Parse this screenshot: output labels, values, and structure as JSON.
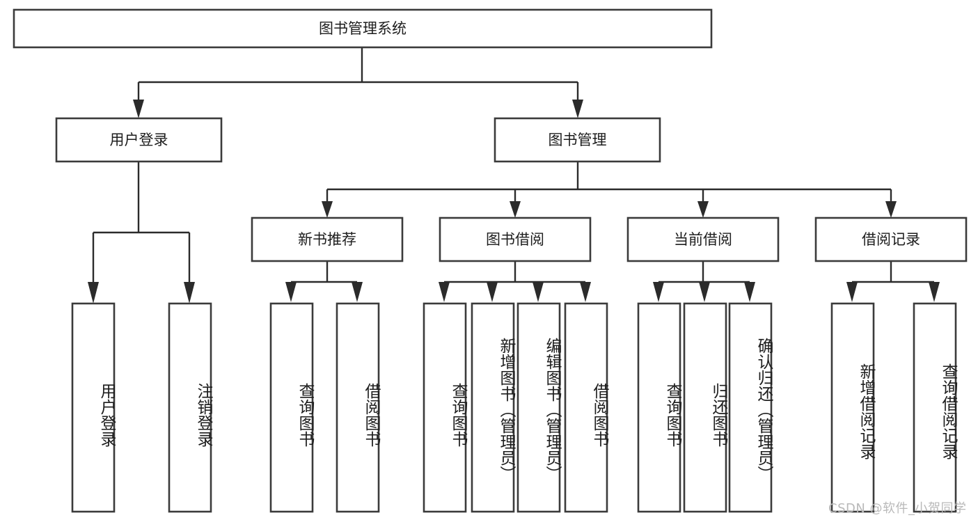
{
  "diagram": {
    "type": "hierarchy-tree",
    "title": "图书管理系统",
    "orientation": "top-down",
    "colors": {
      "box_stroke": "#3b3b3b",
      "box_fill": "#ffffff",
      "connector": "#2b2b2b",
      "text": "#1d1d1d",
      "watermark": "#b9b9b9",
      "background": "#ffffff"
    }
  },
  "nodes": {
    "root": {
      "label": "图书管理系统",
      "level": 0
    },
    "level1": [
      {
        "id": "user-login",
        "label": "用户登录"
      },
      {
        "id": "book-manage",
        "label": "图书管理"
      }
    ],
    "level2": [
      {
        "id": "new-book-recommend",
        "label": "新书推荐",
        "parent": "book-manage"
      },
      {
        "id": "book-borrow",
        "label": "图书借阅",
        "parent": "book-manage"
      },
      {
        "id": "current-borrow",
        "label": "当前借阅",
        "parent": "book-manage"
      },
      {
        "id": "borrow-record",
        "label": "借阅记录",
        "parent": "book-manage"
      }
    ],
    "leaves": [
      {
        "id": "leaf-user-login",
        "label": "用户登录",
        "parent": "user-login"
      },
      {
        "id": "leaf-user-logout",
        "label": "注销登录",
        "parent": "user-login"
      },
      {
        "id": "leaf-query-book-1",
        "label": "查询图书",
        "parent": "new-book-recommend"
      },
      {
        "id": "leaf-borrow-book-1",
        "label": "借阅图书",
        "parent": "new-book-recommend"
      },
      {
        "id": "leaf-query-book-2",
        "label": "查询图书",
        "parent": "book-borrow"
      },
      {
        "id": "leaf-add-book",
        "label": "新增图书（管理员）",
        "parent": "book-borrow"
      },
      {
        "id": "leaf-edit-book",
        "label": "编辑图书（管理员）",
        "parent": "book-borrow"
      },
      {
        "id": "leaf-borrow-book-2",
        "label": "借阅图书",
        "parent": "book-borrow"
      },
      {
        "id": "leaf-query-book-3",
        "label": "查询图书",
        "parent": "current-borrow"
      },
      {
        "id": "leaf-return-book",
        "label": "归还图书",
        "parent": "current-borrow"
      },
      {
        "id": "leaf-confirm-return",
        "label": "确认归还（管理员）",
        "parent": "current-borrow"
      },
      {
        "id": "leaf-add-record",
        "label": "新增借阅记录",
        "parent": "borrow-record"
      },
      {
        "id": "leaf-query-record",
        "label": "查询借阅记录",
        "parent": "borrow-record"
      }
    ]
  },
  "watermark": {
    "text": "CSDN @软件_小贺同学"
  }
}
